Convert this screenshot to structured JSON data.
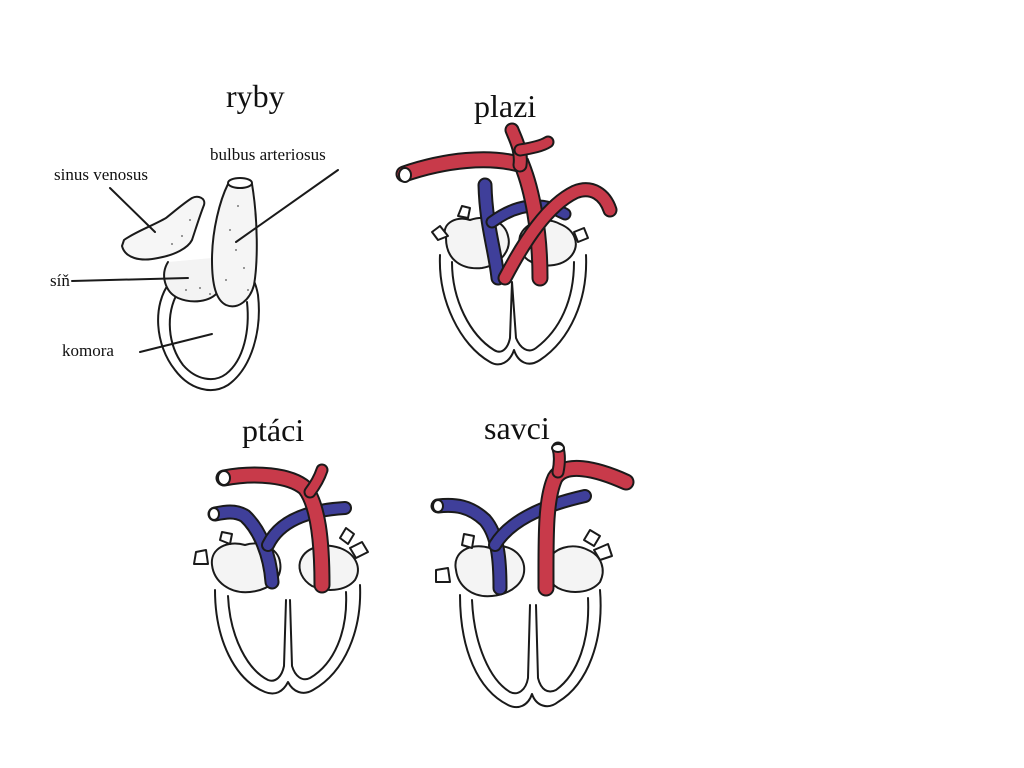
{
  "panels": {
    "fish": {
      "title": "ryby",
      "labels": {
        "sinus_venosus": "sinus venosus",
        "bulbus_arteriosus": "bulbus arteriosus",
        "atrium": "síň",
        "ventricle": "komora"
      }
    },
    "reptiles": {
      "title": "plazi"
    },
    "birds": {
      "title": "ptáci"
    },
    "mammals": {
      "title": "savci"
    }
  },
  "colors": {
    "oxygenated": "#c83a4a",
    "deoxygenated": "#3f3f9a",
    "outline": "#1a1a1a"
  }
}
